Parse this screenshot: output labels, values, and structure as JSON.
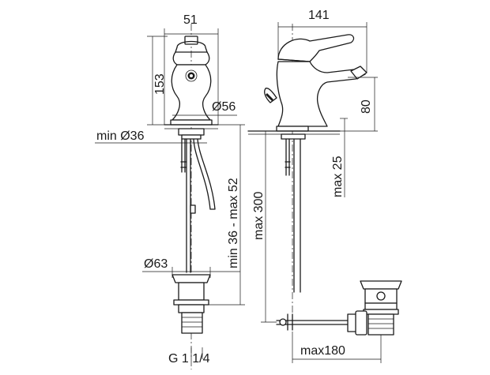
{
  "front_view": {
    "width": "51",
    "height": "153",
    "body_diameter": "Ø56",
    "hole_min_diameter": "min Ø36",
    "flange_diameter": "Ø63",
    "deck_thickness": "min 36 - max 52",
    "waste_thread": "G 1 1/4"
  },
  "side_view": {
    "depth": "141",
    "spout_height": "80",
    "pop_up_rod_max": "max 25",
    "total_length_max": "max 300",
    "rod_length_max": "max180"
  }
}
